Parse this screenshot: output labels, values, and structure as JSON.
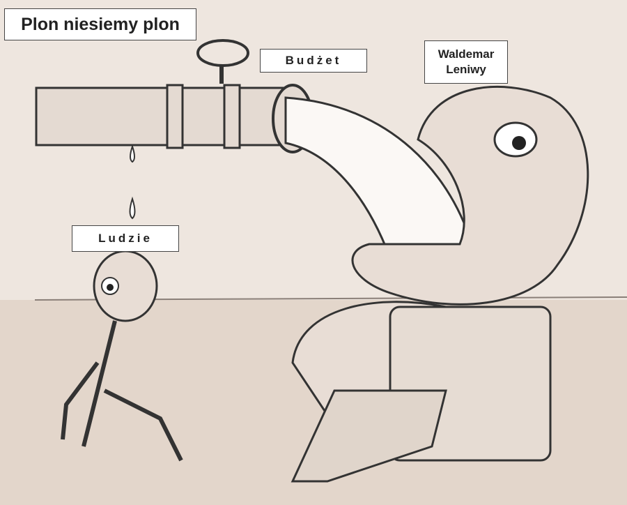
{
  "title": "Plon niesiemy plon",
  "labels": {
    "budget": "Budżet",
    "politician_line1": "Waldemar",
    "politician_line2": "Leniwy",
    "people": "Ludzie"
  }
}
